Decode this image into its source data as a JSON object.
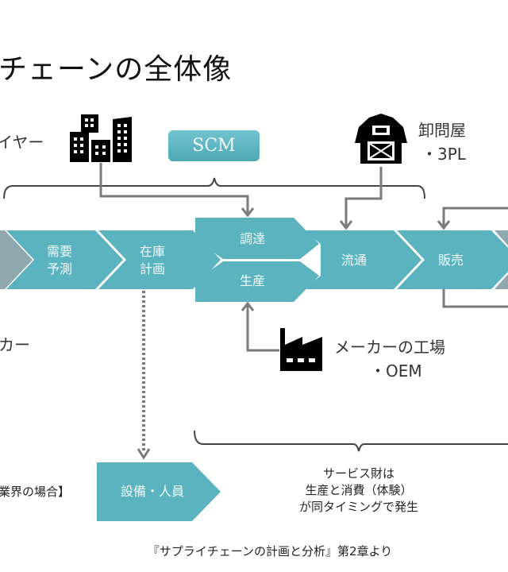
{
  "title": "チェーンの全体像",
  "actors": {
    "supplier": "イヤー",
    "wholesaler_line1": "卸問屋",
    "wholesaler_line2": "・3PL",
    "maker": "カー",
    "factory_line1": "メーカーの工場",
    "factory_line2": "・OEM"
  },
  "scm_label": "SCM",
  "colors": {
    "teal": "#5ab3bf",
    "gray_chevron": "#8fa7ae",
    "connector": "#7a7a7a",
    "brace": "#444444"
  },
  "flow": {
    "demand_line1": "需要",
    "demand_line2": "予測",
    "inventory_line1": "在庫",
    "inventory_line2": "計画",
    "procurement": "調達",
    "production": "生産",
    "distribution": "流通",
    "sales": "販売"
  },
  "service": {
    "industry_label": "業界の場合】",
    "equipment": "設備・人員",
    "note_line1": "サービス財は",
    "note_line2": "生産と消費（体験）",
    "note_line3": "が同タイミングで発生"
  },
  "source": "『サプライチェーンの計画と分析』第2章より"
}
